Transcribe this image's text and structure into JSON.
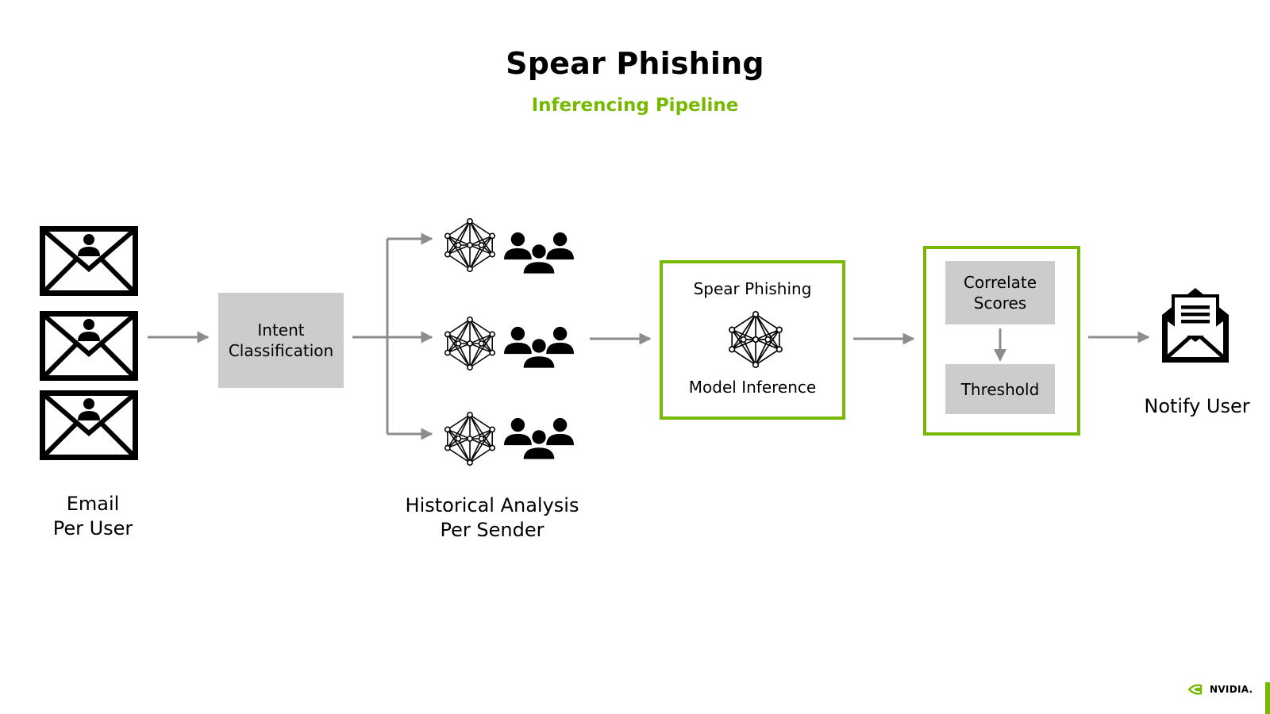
{
  "header": {
    "title": "Spear Phishing",
    "subtitle": "Inferencing Pipeline"
  },
  "colors": {
    "accent_green": "#76b900",
    "gray_box": "#cccccc",
    "arrow_gray": "#8c8c8c",
    "icon_black": "#000000"
  },
  "stages": {
    "email": {
      "label": "Email\nPer User",
      "icon": "email-user-icon",
      "count": 3
    },
    "intent": {
      "label": "Intent\nClassification"
    },
    "historical": {
      "label": "Historical Analysis\nPer Sender",
      "icons": [
        "neural-network-icon",
        "user-group-icon"
      ],
      "count": 3
    },
    "model": {
      "top_text": "Spear Phishing",
      "bottom_text": "Model Inference",
      "icon": "neural-network-icon"
    },
    "scoring": {
      "correlate": "Correlate\nScores",
      "threshold": "Threshold"
    },
    "notify": {
      "label": "Notify User",
      "icon": "open-mail-icon"
    }
  },
  "footer": {
    "logo_text": "NVIDIA."
  }
}
